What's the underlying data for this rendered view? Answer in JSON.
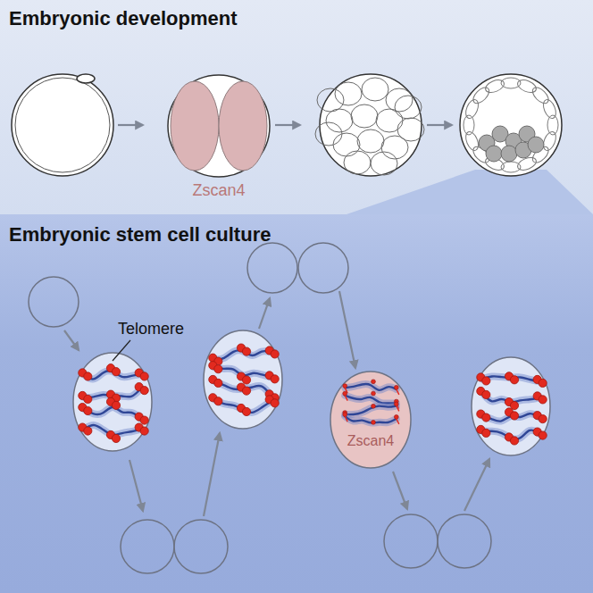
{
  "diagram": {
    "nodes": [
      {
        "text": [
          "Zscan4"
        ]
      },
      {
        "text": [
          "Zscan4"
        ]
      }
    ],
    "labels": [
      "Embryonic development",
      "Embryonic stem cell culture",
      "Telomere"
    ]
  }
}
